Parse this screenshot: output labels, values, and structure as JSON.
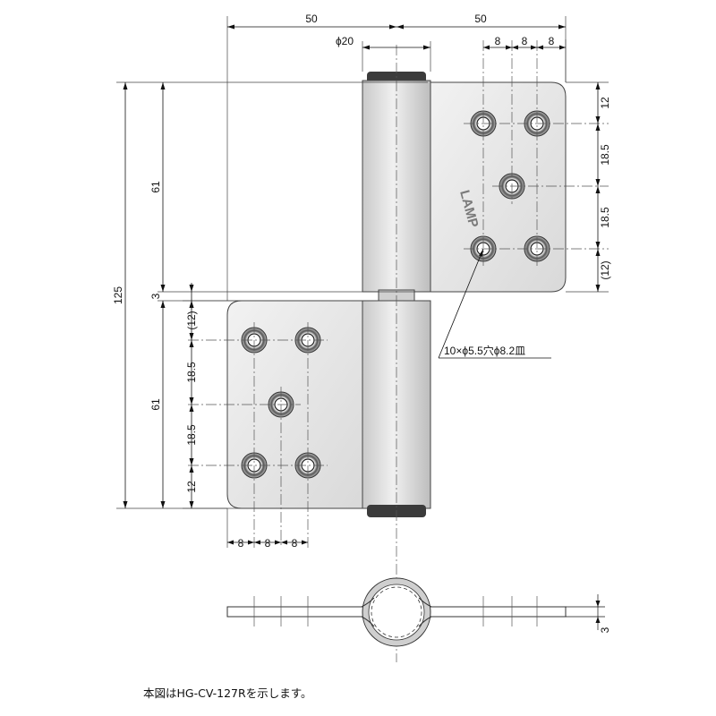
{
  "brand": "LAMP",
  "dimensions": {
    "width_left": "50",
    "width_right": "50",
    "pin_dia": "ϕ20",
    "top_hole_pitch": [
      "8",
      "8",
      "8"
    ],
    "bottom_hole_pitch": [
      "8",
      "8",
      "8"
    ],
    "overall_height": "125",
    "leaf_height_upper": "61",
    "leaf_height_lower": "61",
    "gap": "3",
    "right_vertical": [
      "12",
      "18.5",
      "18.5",
      "(12)"
    ],
    "left_vertical": [
      "(12)",
      "18.5",
      "18.5",
      "12"
    ],
    "thickness": "3"
  },
  "hole_callout": "10×ϕ5.5穴ϕ8.2皿",
  "caption": "本図はHG-CV-127Rを示します。"
}
